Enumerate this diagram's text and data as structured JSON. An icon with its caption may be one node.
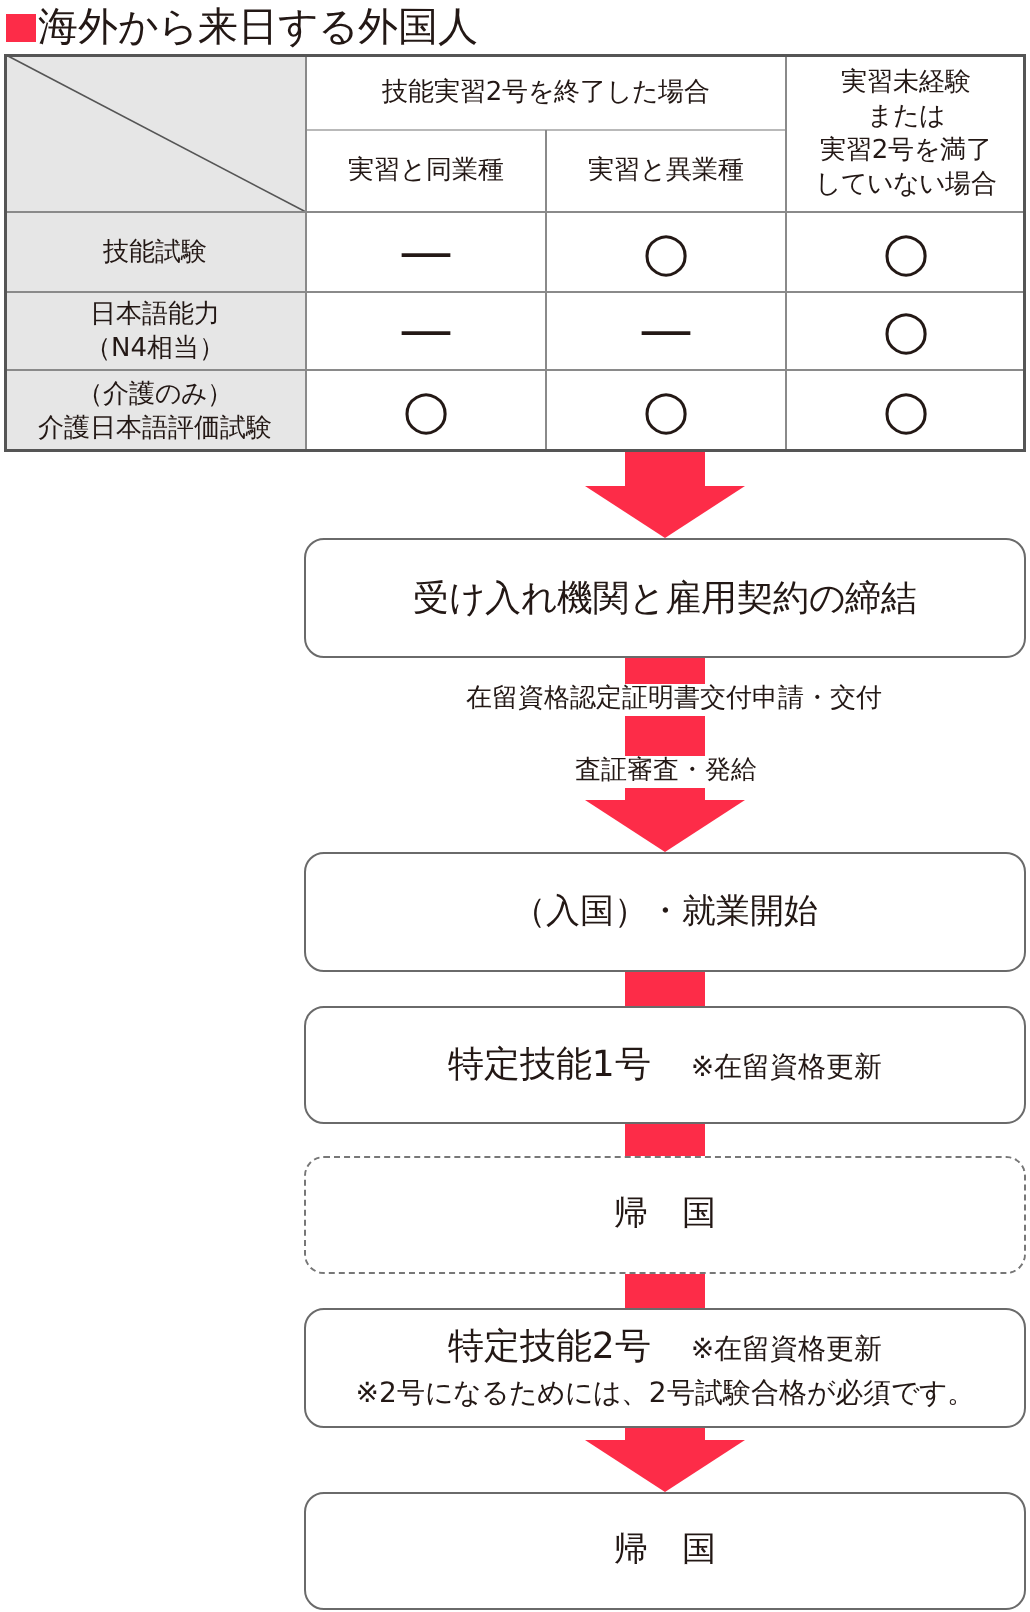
{
  "diagram": {
    "title": "海外から来日する外国人",
    "nodes": [
      {
        "text": [],
        "shape": "table"
      },
      {
        "text": [
          "受け入れ機関と雇用契約の締結"
        ]
      },
      {
        "text": [
          "（入国）・就業開始"
        ]
      },
      {
        "text": [
          "特定技能1号",
          "※在留資格更新"
        ]
      },
      {
        "text": [
          "帰　国"
        ]
      },
      {
        "text": [
          "特定技能2号",
          "※在留資格更新",
          "※2号になるためには、2号試験合格が必須です。"
        ]
      },
      {
        "text": [
          "帰　国"
        ]
      }
    ],
    "edges": [
      {
        "from": 0,
        "to": 1,
        "arrow": "to"
      },
      {
        "from": 1,
        "to": 2,
        "arrow": "to",
        "label": "在留資格認定証明書交付申請・交付"
      },
      {
        "from": 2,
        "to": 3,
        "arrow": "none"
      },
      {
        "from": 3,
        "to": 4,
        "arrow": "none"
      },
      {
        "from": 4,
        "to": 5,
        "arrow": "none"
      },
      {
        "from": 5,
        "to": 6,
        "arrow": "to"
      }
    ],
    "labels": [
      "技能実習2号を終了した場合",
      "実習未経験または実習2号を満了していない場合",
      "実習と同業種",
      "実習と異業種",
      "技能試験",
      "—",
      "○",
      "○",
      "日本語能力（N4相当）",
      "—",
      "—",
      "○",
      "（介護のみ）介護日本語評価試験",
      "○",
      "○",
      "○",
      "査証審査・発給"
    ]
  }
}
